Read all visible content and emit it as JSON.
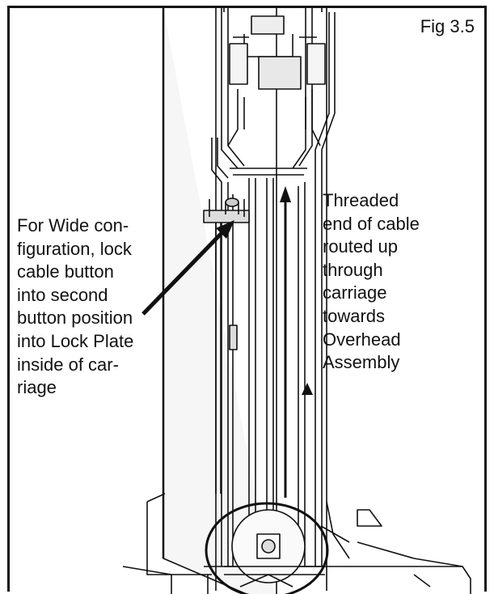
{
  "figure": {
    "label": "Fig 3.5"
  },
  "callouts": {
    "left": {
      "lines": [
        "For Wide con-",
        "figuration, lock",
        "cable button",
        "into second",
        "button position",
        "into Lock Plate",
        "inside of car-",
        "riage"
      ]
    },
    "right": {
      "lines": [
        "Threaded",
        "end of cable",
        "routed up",
        "through",
        "carriage",
        "towards",
        "Overhead",
        "Assembly"
      ]
    }
  },
  "colors": {
    "stroke": "#111111",
    "column_fill": "#f2f2f2",
    "carriage_fill": "#fafafa"
  }
}
